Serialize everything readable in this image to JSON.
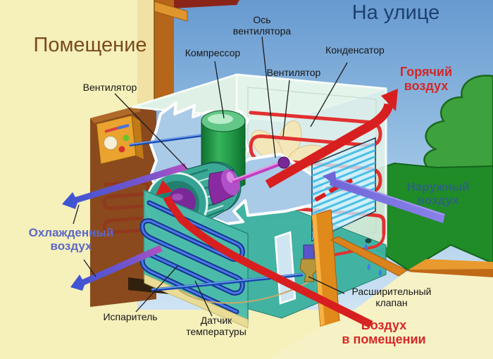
{
  "diagram": {
    "type": "air-conditioner-cutaway",
    "room_title": "Помещение",
    "outside_title": "На улице",
    "component_labels": {
      "compressor": "Компрессор",
      "fan_axis": "Ось\nвентилятора",
      "fan_outdoor": "Вентилятор",
      "condenser": "Конденсатор",
      "fan_indoor": "Вентилятор",
      "evaporator": "Испаритель",
      "temperature_sensor": "Датчик\nтемпературы",
      "expansion_valve": "Расширительный\nклапан"
    },
    "airflow_labels": {
      "hot_air": "Горячий\nвоздух",
      "cooled_air": "Охлажденный\nвоздух",
      "outdoor_air": "Наружный\nвоздух",
      "room_air": "Воздух\nв помещении"
    },
    "colors": {
      "room_wall": "#f6f0bb",
      "sky_top": "#679ad0",
      "sky_bottom": "#cfe4f4",
      "bush_green": "#3da23d",
      "grass_green": "#1f8c28",
      "wall_brown": "#8a4a1e",
      "frame_orange": "#e08a1c",
      "unit_case": "#e4f2ea",
      "interior_blue": "#a9cbe8",
      "condenser_coil": "#e23030",
      "evaporator_coil": "#14348c",
      "compressor_green": "#2ba84a",
      "motor_purple": "#8a2aa0",
      "fan_shaft_magenta": "#c23ec2",
      "hot_air_arrow": "#d81f1f",
      "cooled_air_arrow_head": "#3a55d4",
      "cooled_air_arrow_tail": "#b84fc0",
      "outdoor_air_arrow": "#7470e0",
      "room_title_color": "#7b4a1c",
      "outside_title_color": "#1d4070",
      "hot_air_text": "#d42828",
      "cooled_air_text": "#5b68c8",
      "outdoor_air_text": "#2e5f88",
      "room_air_text": "#d42828"
    }
  }
}
